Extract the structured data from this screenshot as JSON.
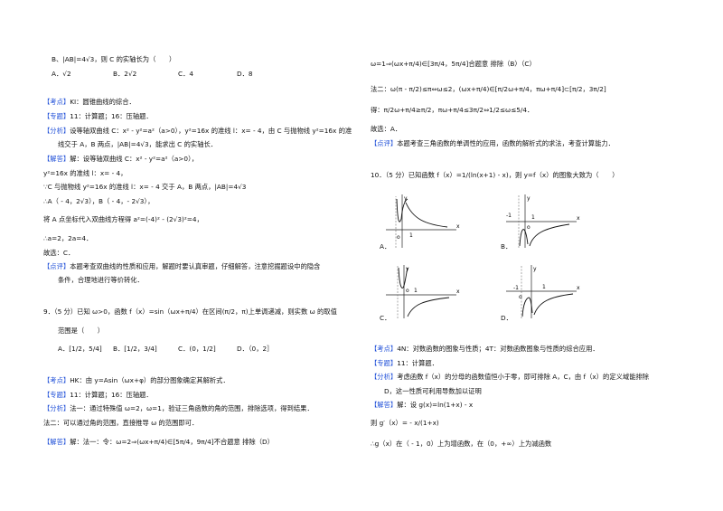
{
  "left": {
    "q8_tail": {
      "line1": "B、|AB|=4√3，则 C 的实轴长为（　　）",
      "options": [
        "A．√2",
        "B．2√2",
        "C．4",
        "D．8"
      ]
    },
    "q8_sol": {
      "kaodian_tag": "【考点】",
      "kaodian_text": "KI：圆锥曲线的综合．",
      "zhuanti_tag": "【专题】",
      "zhuanti_text": "11：计算题；16：压轴题．",
      "fenxi_tag": "【分析】",
      "fenxi_text1": "设等轴双曲线 C：x² - y²=a²（a>0），y²=16x 的准线 l：x= - 4，由 C 与抛物线 y²=16x 的准",
      "fenxi_text2": "线交于 A，B 两点，|AB|=4√3，能求出 C 的实轴长．",
      "jieda_tag": "【解答】",
      "jieda_text": "解：设等轴双曲线 C：x² - y²=a²（a>0），",
      "steps": [
        "y²=16x 的准线 l：x= - 4，",
        "∵C 与抛物线 y²=16x 的准线 l：x= - 4 交于 A，B 两点，|AB|=4√3",
        "∴A（ - 4，2√3），B（ - 4，- 2√3），",
        "将 A 点坐标代入双曲线方程得 a²=(-4)² - (2√3)²=4，",
        "∴a=2，2a=4．",
        "故选：C．"
      ],
      "dianping_tag": "【点评】",
      "dianping_text1": "本题考查双曲线的性质和应用，解题时要认真审题，仔细解答，注意挖掘题设中的隐含",
      "dianping_text2": "条件，合理地进行等价转化．"
    },
    "q9": {
      "stem1": "9．（5 分）已知 ω>0，函数 f（x）=sin（ωx+π/4）在区间(π/2，π)上单调递减，则实数 ω 的取值",
      "stem2": "范围是（　　）",
      "options": [
        "A．[1/2，5/4]",
        "B．[1/2，3/4]",
        "C．(0，1/2]",
        "D．（0，2］"
      ]
    },
    "q9_sol": {
      "kaodian_tag": "【考点】",
      "kaodian_text": "HK：由 y=Asin（ωx+φ）的部分图象确定其解析式．",
      "zhuanti_tag": "【专题】",
      "zhuanti_text": "11：计算题；16：压轴题．",
      "fenxi_tag": "【分析】",
      "fenxi_text": "法一：通过特殊值 ω=2，ω=1，验证三角函数的角的范围，排除选项，得到结果．",
      "fenxi_text2": "法二：可以通过角的范围，直接推导 ω 的范围即可．",
      "jieda_tag": "【解答】",
      "jieda_text": "解：法一：令：ω=2⇒(ωx+π/4)∈[5π/4，9π/4]不合题意 排除（D）"
    }
  },
  "right": {
    "q9_cont": {
      "line1": "ω=1⇒(ωx+π/4)∈[3π/4，5π/4]合题意 排除（B）（C）",
      "line2": "法二：ω(π - π/2)≤π⇔ω≤2，(ωx+π/4)∈[π/2ω+π/4，πω+π/4]⊂[π/2，3π/2]",
      "line3": "得：π/2ω+π/4≥π/2，πω+π/4≤3π/2⇔1/2≤ω≤5/4．",
      "line4": "故选：A．",
      "dianping_tag": "【点评】",
      "dianping_text": "本题考查三角函数的单调性的应用，函数的解析式的求法，考查计算能力．"
    },
    "q10": {
      "stem": "10．（5 分）已知函数 f（x）=1/(ln(x+1) - x)，则 y=f（x）的图象大致为（　　）",
      "options": [
        "A．",
        "B．",
        "C．",
        "D．"
      ],
      "axis": {
        "x": "x",
        "y": "y",
        "o": "o",
        "one": "1",
        "neg_one": "-1"
      }
    },
    "q10_sol": {
      "kaodian_tag": "【考点】",
      "kaodian_text": "4N：对数函数的图象与性质；4T：对数函数图象与性质的综合应用．",
      "zhuanti_tag": "【专题】",
      "zhuanti_text": "11：计算题．",
      "fenxi_tag": "【分析】",
      "fenxi_text1": "考虑函数 f（x）的分母的函数值恒小于零，即可排除 A，C，由 f（x）的定义域能排除",
      "fenxi_text2": "D，这一性质可利用导数加以证明",
      "jieda_tag": "【解答】",
      "jieda_text": "解：设 g(x)=ln(1+x) - x",
      "steps": [
        "则 g′（x）= - x/(1+x)",
        "∴g（x）在（ - 1，0）上为增函数，在（0，+∞）上为减函数"
      ]
    }
  }
}
